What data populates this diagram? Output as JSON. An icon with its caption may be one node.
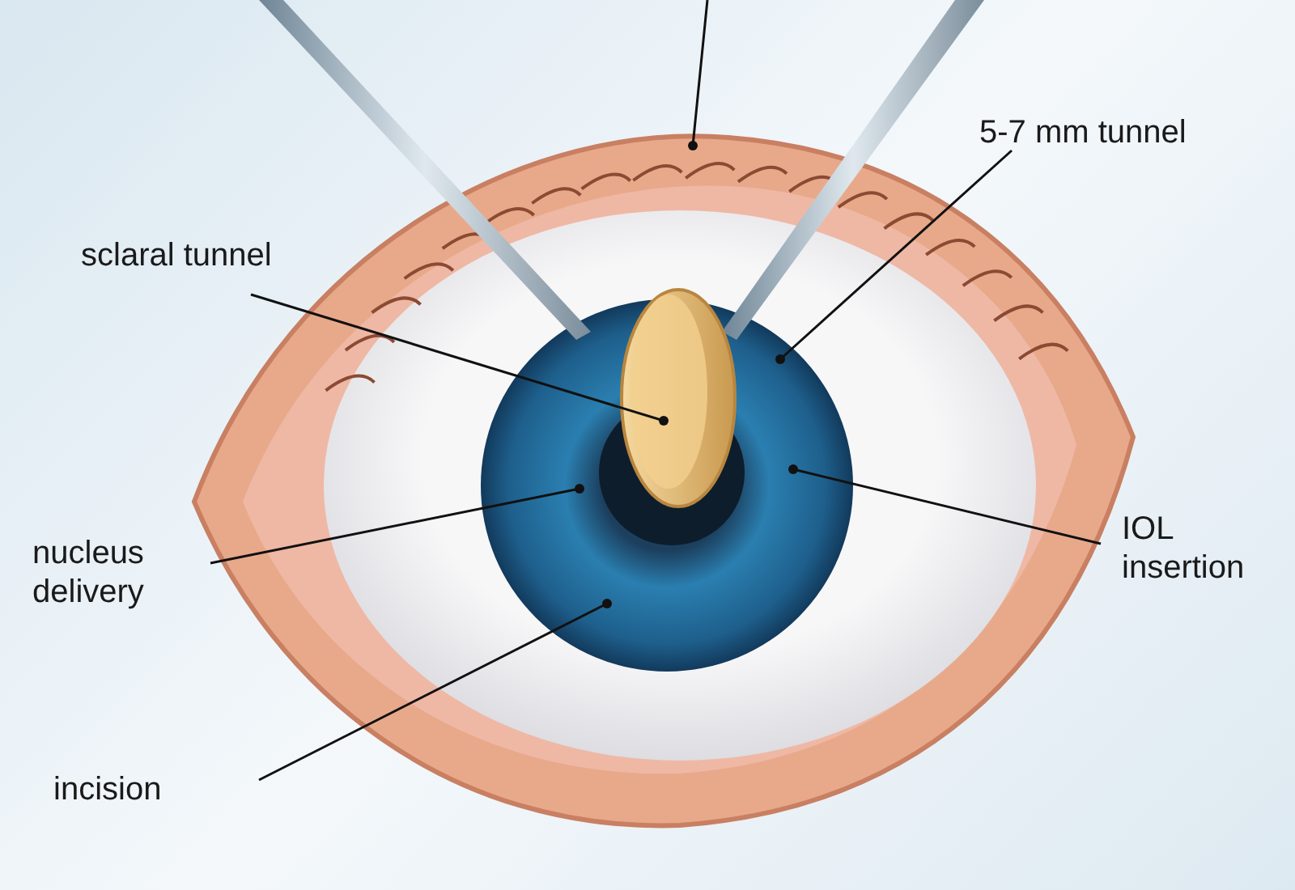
{
  "diagram": {
    "nodes": [
      {
        "text": [
          "sclaral tunnel"
        ]
      },
      {
        "text": [
          "5-7 mm tunnel"
        ]
      },
      {
        "text": [
          "nucleus delivery"
        ]
      },
      {
        "text": [
          "IOL insertion"
        ]
      },
      {
        "text": [
          "incision"
        ]
      },
      {
        "text": [],
        "shape": "picture"
      }
    ],
    "edges": [
      {
        "from": 0,
        "to": 5,
        "arrow": "other"
      },
      {
        "from": 1,
        "to": null,
        "arrow": "other"
      },
      {
        "from": 2,
        "to": null,
        "arrow": "other"
      },
      {
        "from": 3,
        "to": null,
        "arrow": "other"
      },
      {
        "from": 4,
        "to": null,
        "arrow": "other"
      }
    ]
  }
}
